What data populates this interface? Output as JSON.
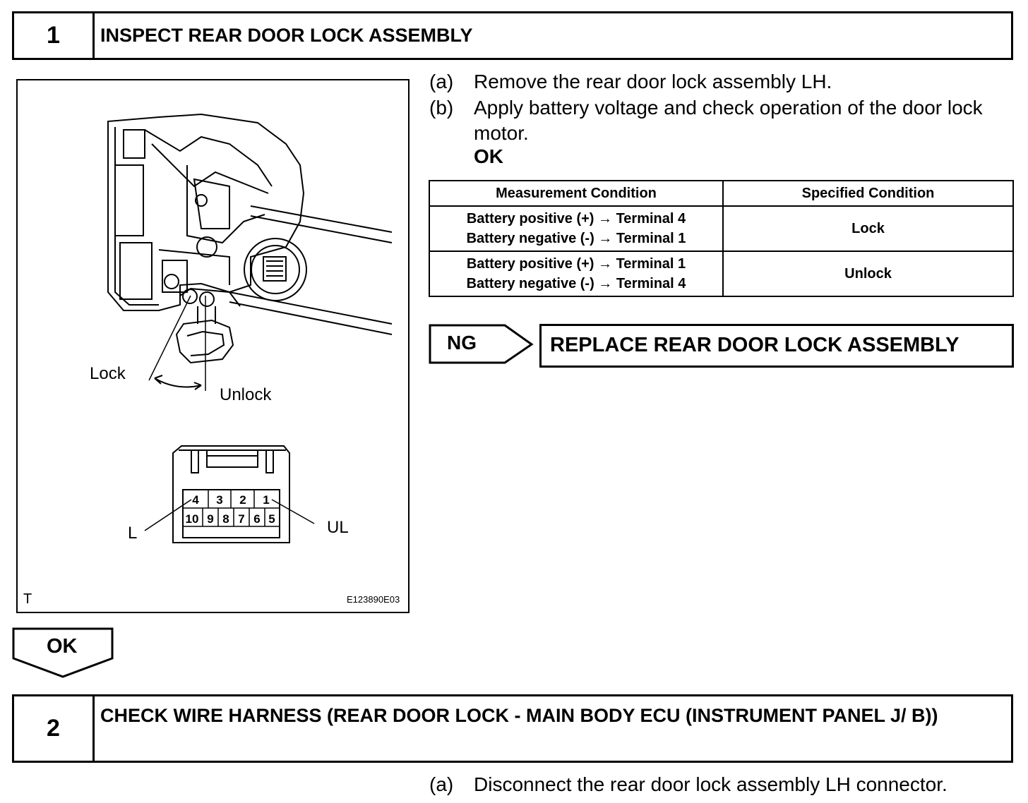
{
  "step1": {
    "number": "1",
    "title": "INSPECT REAR DOOR LOCK ASSEMBLY"
  },
  "figure": {
    "lock_label": "Lock",
    "unlock_label": "Unlock",
    "connector_terminals_top": [
      "4",
      "3",
      "2",
      "1"
    ],
    "connector_terminals_bottom": [
      "10",
      "9",
      "8",
      "7",
      "6",
      "5"
    ],
    "l_label": "L",
    "ul_label": "UL",
    "corner_mark": "T",
    "figure_code": "E123890E03"
  },
  "instructions": [
    {
      "label": "(a)",
      "text": "Remove the rear door lock assembly LH."
    },
    {
      "label": "(b)",
      "text": "Apply battery voltage and check operation of the door lock motor."
    }
  ],
  "ok_text": "OK",
  "spec_table": {
    "headers": [
      "Measurement Condition",
      "Specified Condition"
    ],
    "rows": [
      {
        "condition_line1": "Battery positive (+) → Terminal 4",
        "condition_line2": "Battery negative (-) → Terminal 1",
        "result": "Lock"
      },
      {
        "condition_line1": "Battery positive (+) → Terminal 1",
        "condition_line2": "Battery negative (-) → Terminal 4",
        "result": "Unlock"
      }
    ]
  },
  "ng_branch": {
    "label": "NG",
    "action": "REPLACE REAR DOOR LOCK ASSEMBLY"
  },
  "ok_branch": {
    "label": "OK"
  },
  "step2": {
    "number": "2",
    "title": "CHECK WIRE HARNESS (REAR DOOR LOCK - MAIN BODY ECU (INSTRUMENT PANEL J/ B))"
  },
  "step2_instructions": [
    {
      "label": "(a)",
      "text": "Disconnect the rear door lock assembly LH connector."
    }
  ]
}
